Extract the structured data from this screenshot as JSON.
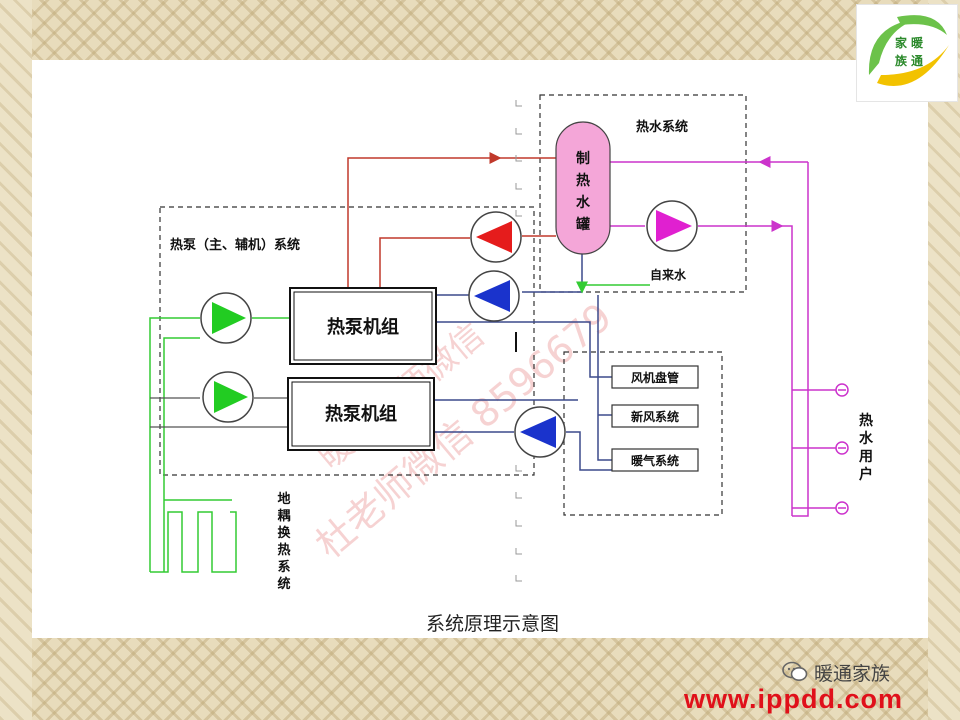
{
  "diagram": {
    "caption": "系统原理示意图",
    "heat_pump_system_label": "热泵（主、辅机）系统",
    "unit_1_label": "热泵机组",
    "unit_2_label": "热泵机组",
    "hot_water_system_label": "热水系统",
    "tank_label": [
      "制",
      "热",
      "水",
      "罐"
    ],
    "tap_water_label": "自来水",
    "terminals": [
      "风机盘管",
      "新风系统",
      "暖气系统"
    ],
    "hot_water_users_label": [
      "热",
      "水",
      "用",
      "户"
    ],
    "ground_loop_label": [
      "地",
      "耦",
      "换",
      "热",
      "系",
      "统"
    ],
    "watermark_lines": [
      "暖通讲师微信",
      "杜老师微信 8596679"
    ]
  },
  "branding": {
    "logo_text": [
      "家",
      "暖",
      "族",
      "通"
    ],
    "wechat_account": "暖通家族",
    "site_url": "www.ippdd.com"
  },
  "colors": {
    "red_pipe": "#c0392b",
    "green_pipe": "#33cc33",
    "blue_pipe": "#3c4a8c",
    "magenta_pipe": "#cc33cc",
    "pump_green": "#22cc22",
    "pump_red": "#e51c1c",
    "pump_blue": "#1a33cc",
    "pump_magenta": "#e020d0",
    "tank_fill": "#f4a6d8",
    "url_red": "#e0101a"
  }
}
